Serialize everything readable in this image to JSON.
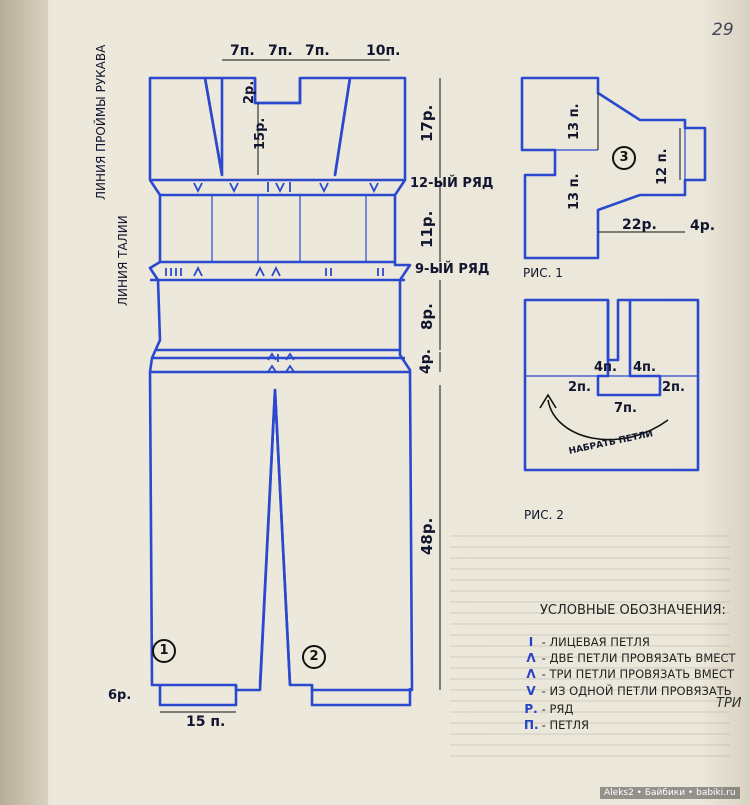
{
  "page_number": "29",
  "handwritten_note": "ТРИ",
  "side_labels": {
    "sleeve_line": "ЛИНИЯ ПРОЙМЫ РУКАВА",
    "waist_line": "ЛИНИЯ ТАЛИИ"
  },
  "main_pattern": {
    "top_widths": [
      "7п.",
      "7п.",
      "7п.",
      "10п."
    ],
    "neck_depth": "2р.",
    "center_depth": "15р.",
    "top_height": "17р.",
    "row12_label": "12-ЫЙ РЯД",
    "section2_height": "11р.",
    "row9_label": "9-ЫЙ РЯД",
    "section3_height": "8р.",
    "section4_height": "4р.",
    "legs_height": "48р.",
    "cuff_height": "6р.",
    "cuff_width": "15 п.",
    "leg1_number": "1",
    "leg2_number": "2"
  },
  "fig1": {
    "caption": "РИС. 1",
    "part_number": "3",
    "top_height": "13 п.",
    "bottom_height": "13 п.",
    "right_height": "12 п.",
    "length": "22р.",
    "cuff": "4р."
  },
  "fig2": {
    "caption": "РИС. 2",
    "left_col": "4п.",
    "right_col": "4п.",
    "left_step": "2п.",
    "right_step": "2п.",
    "bottom": "7п.",
    "arrow_text": "НАБРАТЬ ПЕТЛИ"
  },
  "legend": {
    "title": "УСЛОВНЫЕ ОБОЗНАЧЕНИЯ:",
    "items": [
      {
        "symbol": "I",
        "text": "- ЛИЦЕВАЯ ПЕТЛЯ"
      },
      {
        "symbol": "Λ",
        "text": "- ДВЕ ПЕТЛИ ПРОВЯЗАТЬ ВМЕСТ"
      },
      {
        "symbol": "Λ",
        "text": "- ТРИ ПЕТЛИ ПРОВЯЗАТЬ ВМЕСТ"
      },
      {
        "symbol": "V",
        "text": "- ИЗ ОДНОЙ ПЕТЛИ ПРОВЯЗАТЬ"
      },
      {
        "symbol": "Р.",
        "text": "- РЯД"
      },
      {
        "symbol": "П.",
        "text": "- ПЕТЛЯ"
      }
    ]
  },
  "footer": "Aleks2 • Байбики • babiki.ru",
  "colors": {
    "line": "#2a49cf",
    "ink": "#12152e",
    "paper": "#ebe7da"
  }
}
